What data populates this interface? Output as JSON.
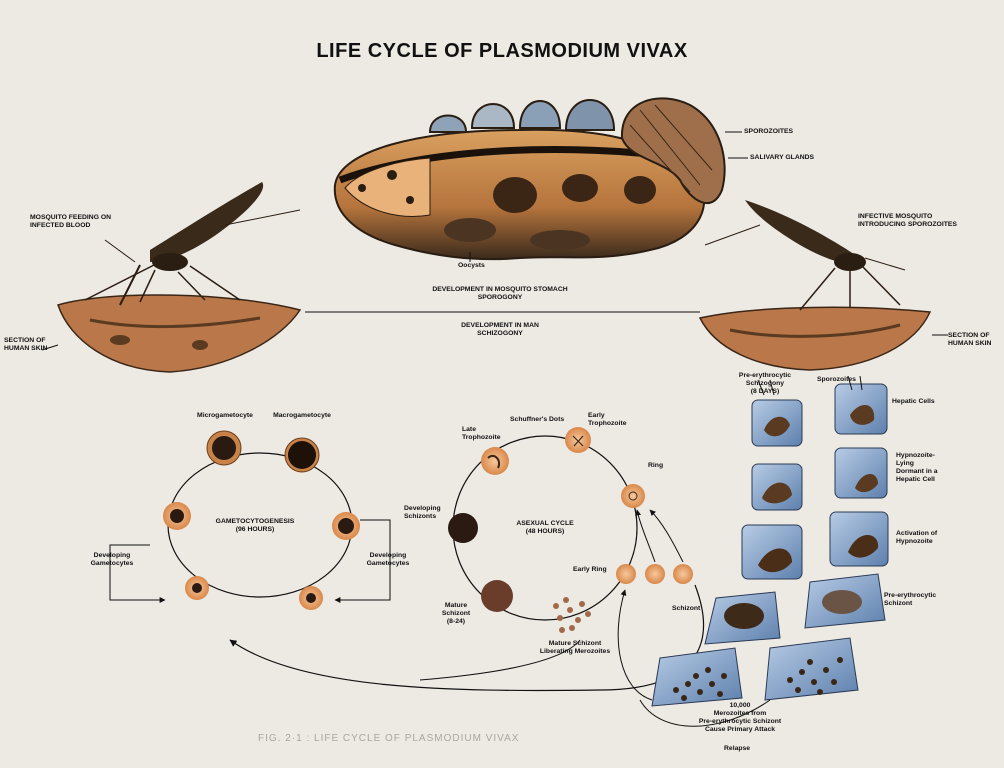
{
  "title": "LIFE CYCLE OF PLASMODIUM VIVAX",
  "labels": {
    "mosquito_feeding": "MOSQUITO FEEDING ON\nINFECTED BLOOD",
    "infective_mosquito": "INFECTIVE MOSQUITO\nINTRODUCING SPOROZOITES",
    "section_skin_left": "SECTION OF\nHUMAN SKIN",
    "section_skin_right": "SECTION OF\nHUMAN SKIN",
    "sporozoites": "SPOROZOITES",
    "salivary_glands": "SALIVARY GLANDS",
    "oocysts": "Oocysts",
    "mosquito_development": "DEVELOPMENT IN MOSQUITO STOMACH\nSPOROGONY",
    "man_development": "DEVELOPMENT IN MAN\nSCHIZOGONY",
    "microgametocyte": "Microgametocyte",
    "macrogametocyte": "Macrogametocyte",
    "gametocytogenesis": "GAMETOCYTOGENESIS\n(96 HOURS)",
    "developing_gametocytes_left": "Developing\nGametocytes",
    "developing_gametocytes_right": "Developing\nGametocytes",
    "late_trophozoite": "Late\nTrophozoite",
    "schuffners_dots": "Schuffner's Dots",
    "early_trophozoite": "Early\nTrophozoite",
    "ring": "Ring",
    "developing_schizonts": "Developing\nSchizonts",
    "asexual_cycle": "ASEXUAL CYCLE\n(48 HOURS)",
    "early_ring": "Early Ring",
    "mature_schizont": "Mature\nSchizont\n(8-24)",
    "mature_schizont_liberating": "Mature Schizont\nLiberating Merozoites",
    "pre_erythrocytic_schizogony": "Pre-erythrocytic\nSchizogony\n(8 DAYS)",
    "sporozoites_small": "Sporozoites",
    "hepatic_cells": "Hepatic Cells",
    "hypnozoite": "Hypnozoite-\nLying\nDormant in a\nHepatic Cell",
    "activation_hypnozoite": "Activation of\nHypnozoite",
    "schizont": "Schizont",
    "pre_erythrocytic_schizont": "Pre-erythrocytic\nSchizont",
    "merozoites_note": "10,000\nMerozoites from\nPre-erythrocytic Schizont\nCause Primary Attack",
    "relapse": "Relapse"
  },
  "caption": "FIG. 2·1 : LIFE CYCLE OF PLASMODIUM VIVAX",
  "colors": {
    "ink": "#111111",
    "skin": "#b9774a",
    "stomach": "#c88a4f",
    "hepatic": "#7d9ec6",
    "rbc": "#e8a46b",
    "mosquito": "#3a2a1a"
  }
}
